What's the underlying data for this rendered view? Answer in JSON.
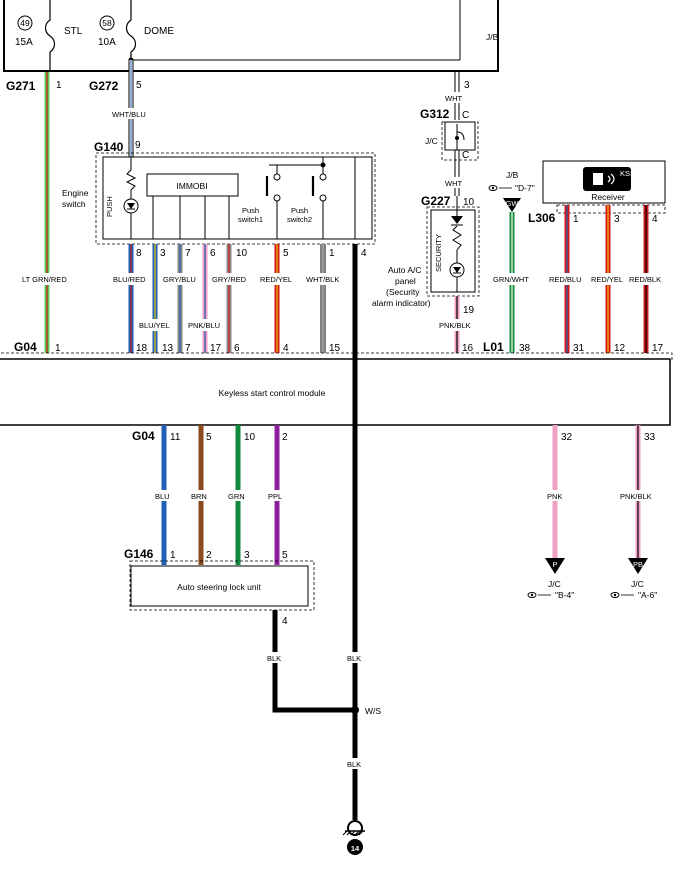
{
  "fuses": [
    {
      "number": "49",
      "rating": "15A",
      "name": "STL"
    },
    {
      "number": "58",
      "rating": "10A",
      "name": "DOME"
    }
  ],
  "jb_label": "J/B",
  "connectors": {
    "g271": "G271",
    "g272": "G272",
    "g140": "G140",
    "g312": "G312",
    "g227": "G227",
    "l306": "L306",
    "g04_top": "G04",
    "l01": "L01",
    "g04_bottom": "G04",
    "g146": "G146"
  },
  "pins": {
    "g271_1": "1",
    "g272_5": "5",
    "jb_3": "3",
    "g140_9": "9",
    "g312_c_top": "C",
    "g312_c_bottom": "C",
    "g227_10": "10",
    "g227_19": "19",
    "l306_1": "1",
    "l306_3": "3",
    "l306_4": "4",
    "g140_8": "8",
    "g140_3": "3",
    "g140_7": "7",
    "g140_6": "6",
    "g140_10": "10",
    "g140_5": "5",
    "g140_1": "1",
    "g140_4": "4",
    "g04_1": "1",
    "g04_18": "18",
    "g04_13": "13",
    "g04_7": "7",
    "g04_17": "17",
    "g04_6": "6",
    "g04_4": "4",
    "g04_15": "15",
    "g04_16": "16",
    "l01_38": "38",
    "l01_31": "31",
    "l01_12": "12",
    "l01_17": "17",
    "g04b_11": "11",
    "g04b_5": "5",
    "g04b_10": "10",
    "g04b_2": "2",
    "l01_32": "32",
    "l01_33": "33",
    "g146_1": "1",
    "g146_2": "2",
    "g146_3": "3",
    "g146_5": "5",
    "g146_4": "4"
  },
  "wires": {
    "wht_blu": "WHT/BLU",
    "wht_a": "WHT",
    "wht_b": "WHT",
    "lt_grn_red": "LT GRN/RED",
    "blu_red": "BLU/RED",
    "gry_blu": "GRY/BLU",
    "gry_red": "GRY/RED",
    "red_yel_left": "RED/YEL",
    "wht_blk": "WHT/BLK",
    "grn_wht": "GRN/WHT",
    "red_blu": "RED/BLU",
    "red_yel_right": "RED/YEL",
    "red_blk": "RED/BLK",
    "blu_yel": "BLU/YEL",
    "pnk_blu": "PNK/BLU",
    "pnk_blk_top": "PNK/BLK",
    "blu": "BLU",
    "brn": "BRN",
    "grn": "GRN",
    "ppl": "PPL",
    "pnk": "PNK",
    "pnk_blk_bottom": "PNK/BLK",
    "blk_lock": "BLK",
    "blk_main": "BLK",
    "blk_ground": "BLK"
  },
  "components": {
    "engine_switch": "Engine\nswitch",
    "push": "PUSH",
    "immobi": "IMMOBI",
    "push_switch1": "Push\nswitch1",
    "push_switch2": "Push\nswitch2",
    "jc": "J/C",
    "security": "SECURITY",
    "auto_ac_panel": "Auto A/C\npanel\n(Security\nalarm indicator)",
    "jb_ref_label": "J/B",
    "jb_ref": "\"D-7\"",
    "gw_tag": "GW",
    "receiver": "Receiver",
    "kss_logo": "KSS",
    "module": "Keyless start control module",
    "steering_lock": "Auto steering lock unit",
    "p_tag": "P",
    "pb_tag": "PB",
    "jc_p": "J/C",
    "jc_p_ref": "\"B-4\"",
    "jc_pb": "J/C",
    "jc_pb_ref": "\"A-6\"",
    "ws": "W/S",
    "ground_no": "14"
  },
  "colors": {
    "blu": "#1f5fb5",
    "brn": "#8b4a1f",
    "grn": "#128a3d",
    "ppl": "#8d1f9c",
    "pnk": "#f0a0c4",
    "red": "#d01818",
    "yel": "#f0c800",
    "gry": "#8a8a8a",
    "wht": "#ffffff",
    "blk": "#000000",
    "lt_grn": "#5ec85e"
  }
}
